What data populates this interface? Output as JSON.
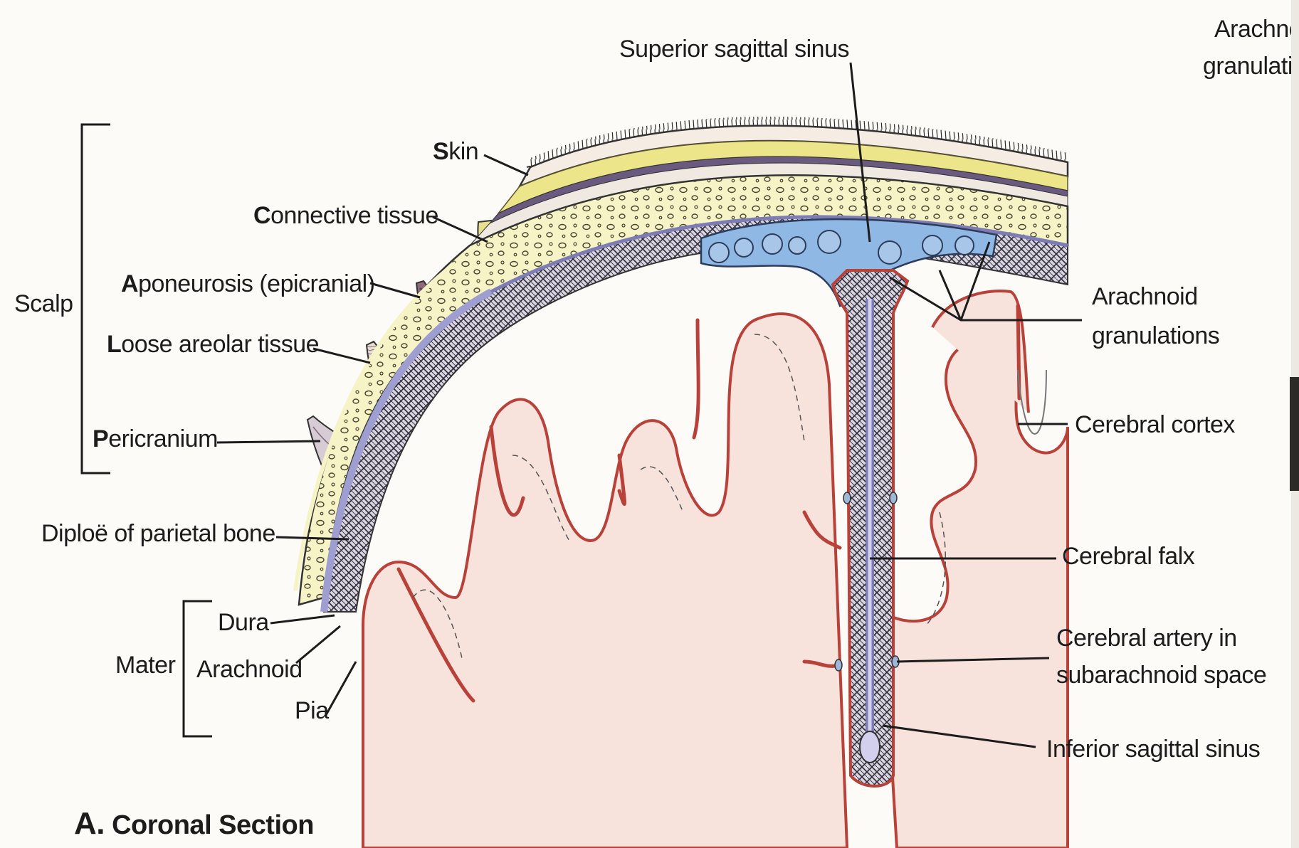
{
  "figure": {
    "caption": {
      "letter": "A.",
      "text": "Coronal Section"
    }
  },
  "labels": {
    "superior_sagittal_sinus": "Superior sagittal sinus",
    "cutoff_arachnoid_line1": "Arachno",
    "cutoff_arachnoid_line2": "granulati",
    "scalp": "Scalp",
    "skin_initial": "S",
    "skin_rest": "kin",
    "connective_initial": "C",
    "connective_rest": "onnective tissue",
    "aponeurosis_initial": "A",
    "aponeurosis_rest": "poneurosis (epicranial)",
    "loose_initial": "L",
    "loose_rest": "oose areolar tissue",
    "pericranium_initial": "P",
    "pericranium_rest": "ericranium",
    "diploe": "Diploë of parietal bone",
    "mater": "Mater",
    "dura": "Dura",
    "arachnoid": "Arachnoid",
    "pia": "Pia",
    "arachnoid_granulations_line1": "Arachnoid",
    "arachnoid_granulations_line2": "granulations",
    "cerebral_cortex": "Cerebral cortex",
    "cerebral_falx": "Cerebral falx",
    "cerebral_artery_line1": "Cerebral artery in",
    "cerebral_artery_line2": "subarachnoid space",
    "inferior_sagittal_sinus": "Inferior sagittal sinus"
  },
  "colors": {
    "background": "#fdfbf8",
    "skin": "#f6eee6",
    "connective": "#ece58a",
    "bone": "#f6f3c6",
    "dura": "#9f9ed0",
    "sinus": "#8fb9e4",
    "brain": "#f8e2dc",
    "pia_vessel": "#b8423a",
    "line": "#1c1c1c"
  }
}
